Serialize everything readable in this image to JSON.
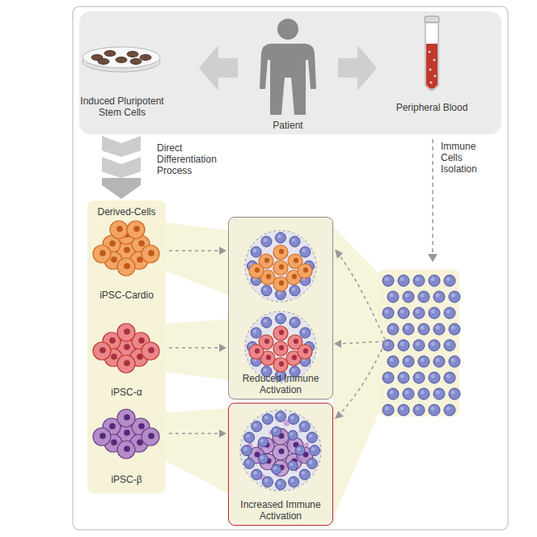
{
  "diagram": {
    "nodes": [
      {
        "text": [
          "Induced Pluripotent Stem Cells",
          "Patient",
          "Peripheral Blood"
        ]
      },
      {
        "text": [
          "Derived-Cells"
        ]
      },
      {
        "text": [
          "iPSC-Cardio"
        ],
        "in": 1
      },
      {
        "text": [
          "iPSC-α"
        ],
        "in": 1
      },
      {
        "text": [
          "iPSC-β"
        ],
        "in": 1
      },
      {
        "text": [
          "Reduced Immune Activation"
        ]
      },
      {
        "text": [
          "Increased Immune Activation"
        ]
      }
    ],
    "edges": [
      {
        "from": 0,
        "to": 1,
        "arrow": "to"
      },
      {
        "from": 2,
        "to": 5,
        "arrow": "to"
      },
      {
        "from": 3,
        "to": 5,
        "arrow": "to"
      },
      {
        "from": 4,
        "to": 6,
        "arrow": "to"
      }
    ],
    "labels": [
      "Direct Differentiation Process",
      "Immune Cells Isolation"
    ]
  }
}
